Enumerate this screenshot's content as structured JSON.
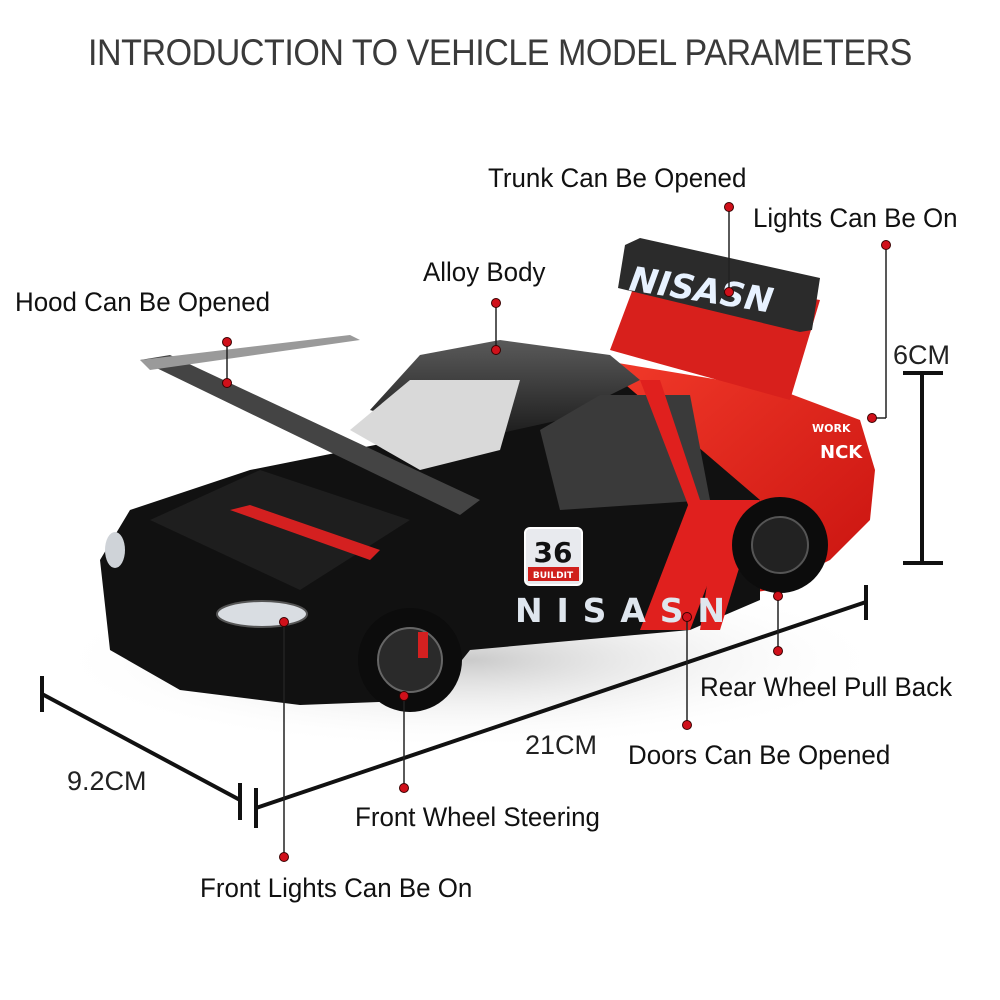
{
  "title": "INTRODUCTION TO VEHICLE MODEL PARAMETERS",
  "callouts": {
    "trunk": "Trunk Can Be Opened",
    "lights": "Lights Can Be On",
    "alloy": "Alloy Body",
    "hood": "Hood Can Be Opened",
    "rear_wheel": "Rear Wheel Pull Back",
    "doors": "Doors Can Be Opened",
    "front_wheel": "Front Wheel Steering",
    "front_lights": "Front Lights Can Be On"
  },
  "dimensions": {
    "height": "6CM",
    "length": "21CM",
    "width": "9.2CM"
  },
  "car_decals": {
    "wing_text": "NISASN",
    "door_text": "NISASN",
    "race_number": "36",
    "number_sub": "BUILDIT",
    "rear_sponsor_1": "WORK",
    "rear_sponsor_2": "NCK"
  },
  "colors": {
    "marker": "#d0101a",
    "car_black": "#111111",
    "car_red": "#e0201e",
    "text": "#111111"
  }
}
